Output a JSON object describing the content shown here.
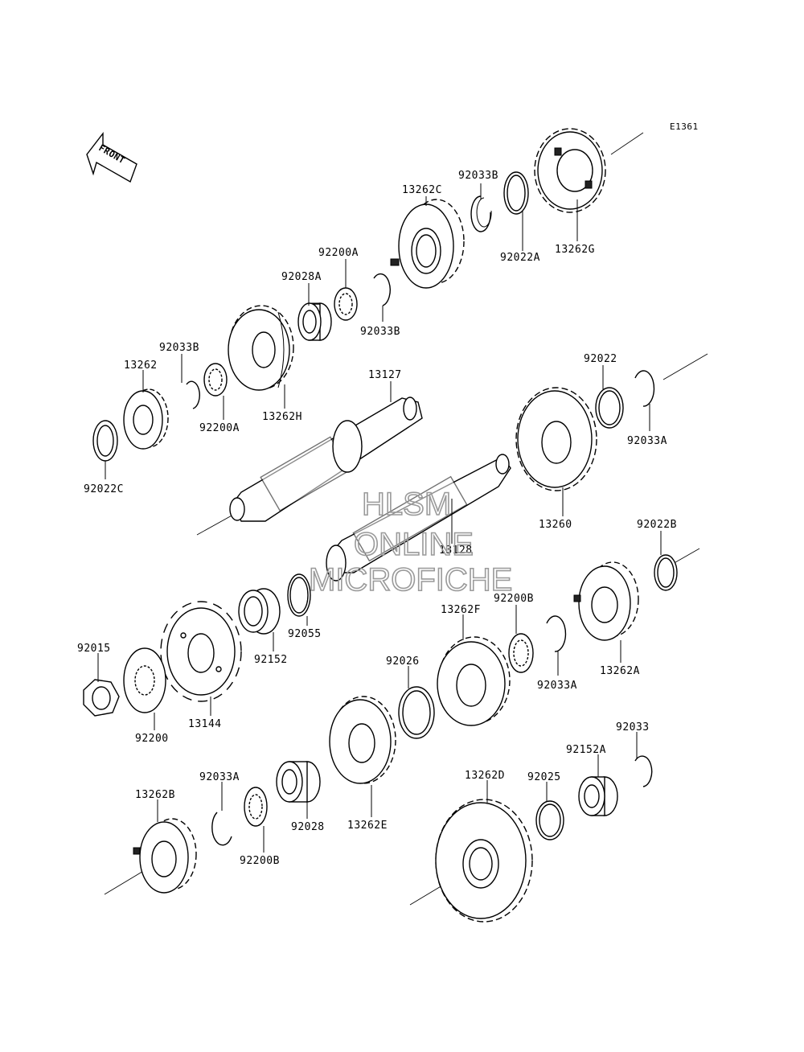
{
  "diagram": {
    "code": "E1361",
    "front_label": "FRONT",
    "watermark": [
      "HLSM",
      "ONLINE",
      "MICROFICHE"
    ],
    "parts": [
      {
        "id": "13262G",
        "label": "13262G"
      },
      {
        "id": "92022A",
        "label": "92022A"
      },
      {
        "id": "92033B-top",
        "label": "92033B"
      },
      {
        "id": "13262C",
        "label": "13262C"
      },
      {
        "id": "92200A-top",
        "label": "92200A"
      },
      {
        "id": "92028A",
        "label": "92028A"
      },
      {
        "id": "92033B-mid",
        "label": "92033B"
      },
      {
        "id": "92033B-left",
        "label": "92033B"
      },
      {
        "id": "13262",
        "label": "13262"
      },
      {
        "id": "13262H",
        "label": "13262H"
      },
      {
        "id": "92200A-left",
        "label": "92200A"
      },
      {
        "id": "92022C",
        "label": "92022C"
      },
      {
        "id": "13127",
        "label": "13127"
      },
      {
        "id": "92022",
        "label": "92022"
      },
      {
        "id": "92033A-right",
        "label": "92033A"
      },
      {
        "id": "13260",
        "label": "13260"
      },
      {
        "id": "13128",
        "label": "13128"
      },
      {
        "id": "92022B",
        "label": "92022B"
      },
      {
        "id": "13262A",
        "label": "13262A"
      },
      {
        "id": "92200B-mid",
        "label": "92200B"
      },
      {
        "id": "92033A-mid",
        "label": "92033A"
      },
      {
        "id": "13262F",
        "label": "13262F"
      },
      {
        "id": "92026",
        "label": "92026"
      },
      {
        "id": "92055",
        "label": "92055"
      },
      {
        "id": "92152",
        "label": "92152"
      },
      {
        "id": "92015",
        "label": "92015"
      },
      {
        "id": "92200",
        "label": "92200"
      },
      {
        "id": "13144",
        "label": "13144"
      },
      {
        "id": "13262E",
        "label": "13262E"
      },
      {
        "id": "92028",
        "label": "92028"
      },
      {
        "id": "92033A-low",
        "label": "92033A"
      },
      {
        "id": "92200B-low",
        "label": "92200B"
      },
      {
        "id": "13262B",
        "label": "13262B"
      },
      {
        "id": "13262D",
        "label": "13262D"
      },
      {
        "id": "92025",
        "label": "92025"
      },
      {
        "id": "92152A",
        "label": "92152A"
      },
      {
        "id": "92033",
        "label": "92033"
      }
    ]
  }
}
